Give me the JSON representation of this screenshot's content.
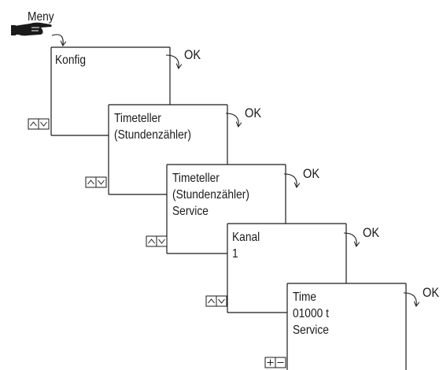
{
  "menu_label": "Meny",
  "ok_label": "OK",
  "screens": [
    {
      "lines": [
        "Konfig"
      ]
    },
    {
      "lines": [
        "Timeteller",
        "(Stundenzähler)"
      ]
    },
    {
      "lines": [
        "Timeteller",
        "(Stundenzähler)",
        "Service"
      ]
    },
    {
      "lines": [
        "Kanal",
        "1"
      ]
    },
    {
      "lines": [
        "Time",
        "01000 t",
        "Service"
      ]
    }
  ],
  "nav_buttons": [
    {
      "type": "up-down",
      "icons": [
        "up-arrow-icon",
        "down-arrow-icon"
      ]
    },
    {
      "type": "up-down",
      "icons": [
        "up-arrow-icon",
        "down-arrow-icon"
      ]
    },
    {
      "type": "up-down",
      "icons": [
        "up-arrow-icon",
        "down-arrow-icon"
      ]
    },
    {
      "type": "up-down",
      "icons": [
        "up-arrow-icon",
        "down-arrow-icon"
      ]
    },
    {
      "type": "plus-minus",
      "icons": [
        "plus-icon",
        "minus-icon"
      ]
    }
  ],
  "icons": [
    "pointing-hand-icon",
    "curved-arrow-icon"
  ]
}
